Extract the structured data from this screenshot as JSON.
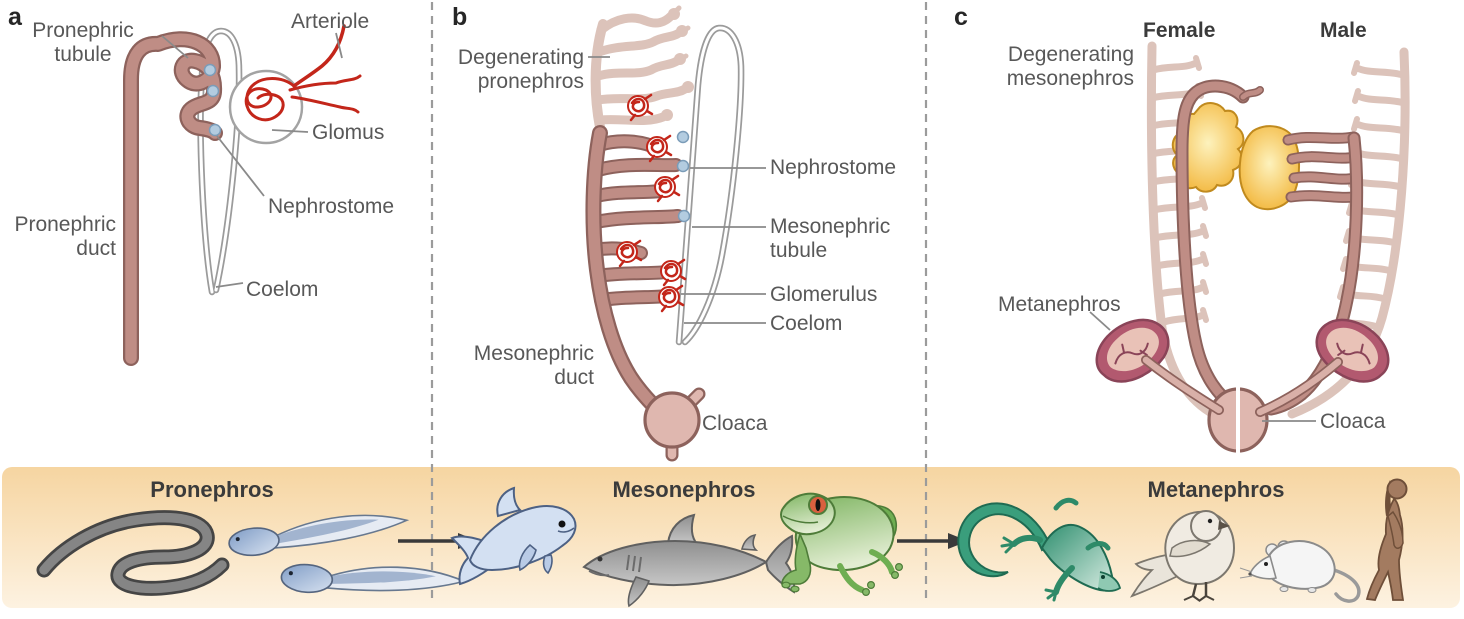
{
  "panel_a": {
    "letter": "a",
    "labels": {
      "pronephric_tubule": "Pronephric\ntubule",
      "arteriole": "Arteriole",
      "glomus": "Glomus",
      "nephrostome": "Nephrostome",
      "pronephric_duct": "Pronephric\nduct",
      "coelom": "Coelom"
    }
  },
  "panel_b": {
    "letter": "b",
    "labels": {
      "degenerating_pronephros": "Degenerating\npronephros",
      "nephrostome": "Nephrostome",
      "mesonephric_tubule": "Mesonephric\ntubule",
      "glomerulus": "Glomerulus",
      "coelom": "Coelom",
      "mesonephric_duct": "Mesonephric\nduct",
      "cloaca": "Cloaca"
    }
  },
  "panel_c": {
    "letter": "c",
    "labels": {
      "female": "Female",
      "male": "Male",
      "degenerating_mesonephros": "Degenerating\nmesonephros",
      "metanephros": "Metanephros",
      "cloaca": "Cloaca"
    }
  },
  "timeline": {
    "stages": [
      {
        "label": "Pronephros",
        "animal_icons": [
          "hagfish-icon",
          "tadpole-icon",
          "tadpole-icon"
        ]
      },
      {
        "label": "Mesonephros",
        "animal_icons": [
          "fish-icon",
          "shark-icon",
          "frog-icon"
        ]
      },
      {
        "label": "Metanephros",
        "animal_icons": [
          "salamander-icon",
          "bird-icon",
          "mouse-icon",
          "human-icon"
        ]
      }
    ]
  },
  "colors": {
    "duct": "#bf8d85",
    "duct_outline": "#8d625c",
    "faded": "#dcc3ba",
    "red": "#c3261a",
    "nephrostome_blue": "#b3cce0",
    "dash": "#9b9b9b",
    "label_text": "#585858",
    "heading_text": "#3b3b3b",
    "gonad_yellow": "#f2b232",
    "kidney_dark": "#b2596f",
    "cloaca_fill": "#dfb7af",
    "strip_top": "#f6d5a1",
    "strip_bottom": "#fdf2e1"
  }
}
